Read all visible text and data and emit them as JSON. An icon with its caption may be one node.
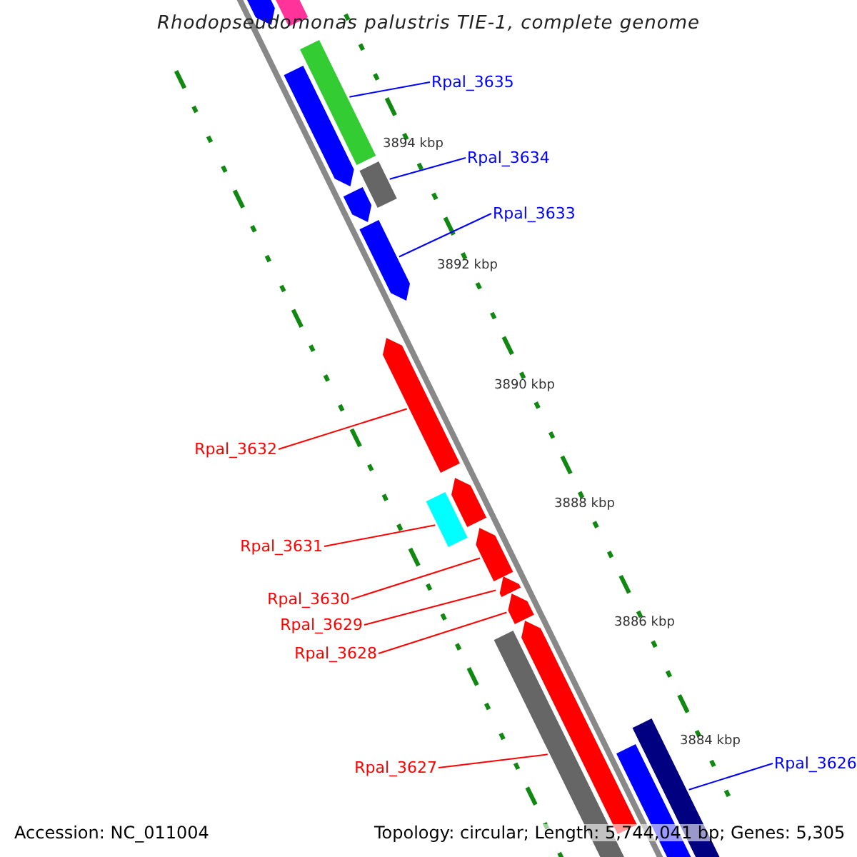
{
  "diagram": {
    "title": "Rhodopseudomonas palustris TIE-1, complete genome",
    "nodes": [
      {
        "text": [
          "Rpal_3635"
        ]
      },
      {
        "text": [
          "Rpal_3634"
        ]
      },
      {
        "text": [
          "Rpal_3633"
        ]
      },
      {
        "text": [
          "Rpal_3632"
        ]
      },
      {
        "text": [
          "Rpal_3631"
        ]
      },
      {
        "text": [
          "Rpal_3630"
        ]
      },
      {
        "text": [
          "Rpal_3629"
        ]
      },
      {
        "text": [
          "Rpal_3628"
        ]
      },
      {
        "text": [
          "Rpal_3627"
        ]
      },
      {
        "text": [
          "Rpal_3626"
        ]
      },
      {
        "text": [],
        "shape": "bar"
      },
      {
        "text": [],
        "shape": "bar"
      },
      {
        "text": [],
        "shape": "bar"
      },
      {
        "text": [],
        "shape": "bar"
      },
      {
        "text": [],
        "shape": "bar"
      },
      {
        "text": [],
        "shape": "bar"
      },
      {
        "text": [],
        "shape": "bar"
      },
      {
        "text": [],
        "shape": "bar"
      },
      {
        "text": [],
        "shape": "bar"
      },
      {
        "text": [],
        "shape": "bar"
      },
      {
        "text": [],
        "shape": "bar"
      },
      {
        "text": [],
        "shape": "bar"
      },
      {
        "text": [],
        "shape": "bar"
      },
      {
        "text": [],
        "shape": "bar"
      },
      {
        "text": [],
        "shape": "bar"
      },
      {
        "text": [],
        "shape": "bar"
      },
      {
        "text": [],
        "shape": "bar"
      }
    ],
    "edges": [
      {
        "from": 0,
        "to": 12,
        "arrow": "none",
        "color": "#0000ff"
      },
      {
        "from": 1,
        "to": 14,
        "arrow": "none",
        "color": "#0000ff"
      },
      {
        "from": 2,
        "to": 16,
        "arrow": "none",
        "color": "#0000ff"
      },
      {
        "from": 3,
        "to": 17,
        "arrow": "none"
      },
      {
        "from": 4,
        "to": 19,
        "arrow": "none"
      },
      {
        "from": 5,
        "to": 20,
        "arrow": "none"
      },
      {
        "from": 6,
        "to": 21,
        "arrow": "none"
      },
      {
        "from": 7,
        "to": 22,
        "arrow": "none"
      },
      {
        "from": 8,
        "to": 24,
        "arrow": "none"
      },
      {
        "from": 9,
        "to": 25,
        "arrow": "none",
        "color": "#0000ff"
      }
    ],
    "labels": [
      "3894 kbp",
      "3892 kbp",
      "3890 kbp",
      "3888 kbp",
      "3886 kbp",
      "3884 kbp",
      "Accession: NC_011004",
      "Topology: circular; Length: 5,744,041 bp; Genes: 5,305"
    ]
  }
}
